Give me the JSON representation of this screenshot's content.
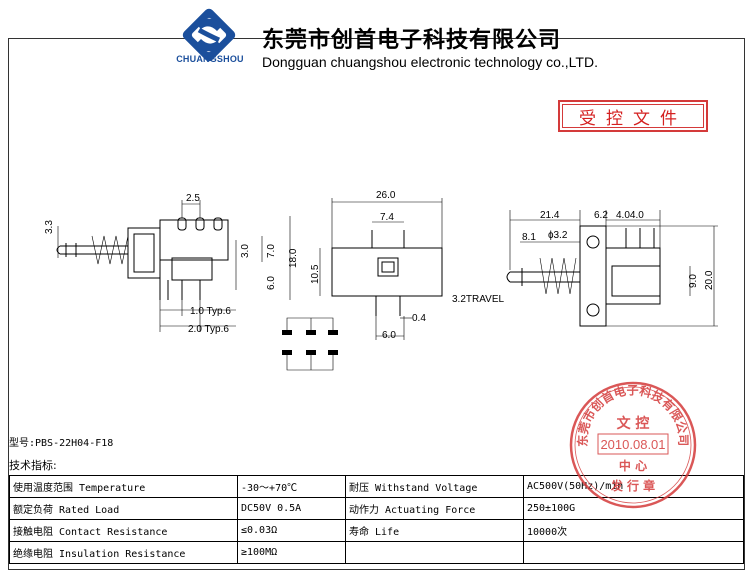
{
  "header": {
    "company_cn": "东莞市创首电子科技有限公司",
    "company_en": "Dongguan chuangshou electronic technology co.,LTD.",
    "logo_text": "CHUANGSHOU",
    "logo_color": "#1b4f9c"
  },
  "control_box": {
    "label": "受控文件",
    "color": "#d43a3a"
  },
  "drawing": {
    "dims": {
      "d_2_5": "2.5",
      "d_3_3": "3.3",
      "d_3_0": "3.0",
      "d_7_0": "7.0",
      "d_18_0": "18.0",
      "d_6_0a": "6.0",
      "d_1_0": "1.0 Typ.6",
      "d_2_0": "2.0 Typ.6",
      "d_26_0": "26.0",
      "d_7_4": "7.4",
      "d_10_5": "10.5",
      "d_0_4": "0.4",
      "d_6_0b": "6.0",
      "d_travel": "3.2TRAVEL",
      "d_21_4": "21.4",
      "d_6_2": "6.2",
      "d_4_04_0": "4.04.0",
      "d_8_1": "8.1",
      "d_phi3_2": "ɸ3.2",
      "d_9_0": "9.0",
      "d_20_0": "20.0"
    }
  },
  "model": "型号:PBS-22H04-F18",
  "tech_label": "技术指标:",
  "spec": {
    "rows": [
      [
        "使用温度范围 Temperature",
        "-30～+70℃",
        "耐压 Withstand Voltage",
        "AC500V(50Hz)/min"
      ],
      [
        "额定负荷 Rated Load",
        "DC50V 0.5A",
        "动作力 Actuating Force",
        "250±100G"
      ],
      [
        "接触电阻 Contact Resistance",
        "≤0.03Ω",
        "寿命 Life",
        "10000次"
      ],
      [
        "绝缘电阻 Insulation Resistance",
        "≥100MΩ",
        "",
        ""
      ]
    ]
  },
  "stamp": {
    "top_arc": "东莞市创首电子科技有限公司",
    "line1": "文 控",
    "date": "2010.08.01",
    "line3": "中 心",
    "bottom": "发 行 章",
    "color": "#d43a3a"
  }
}
